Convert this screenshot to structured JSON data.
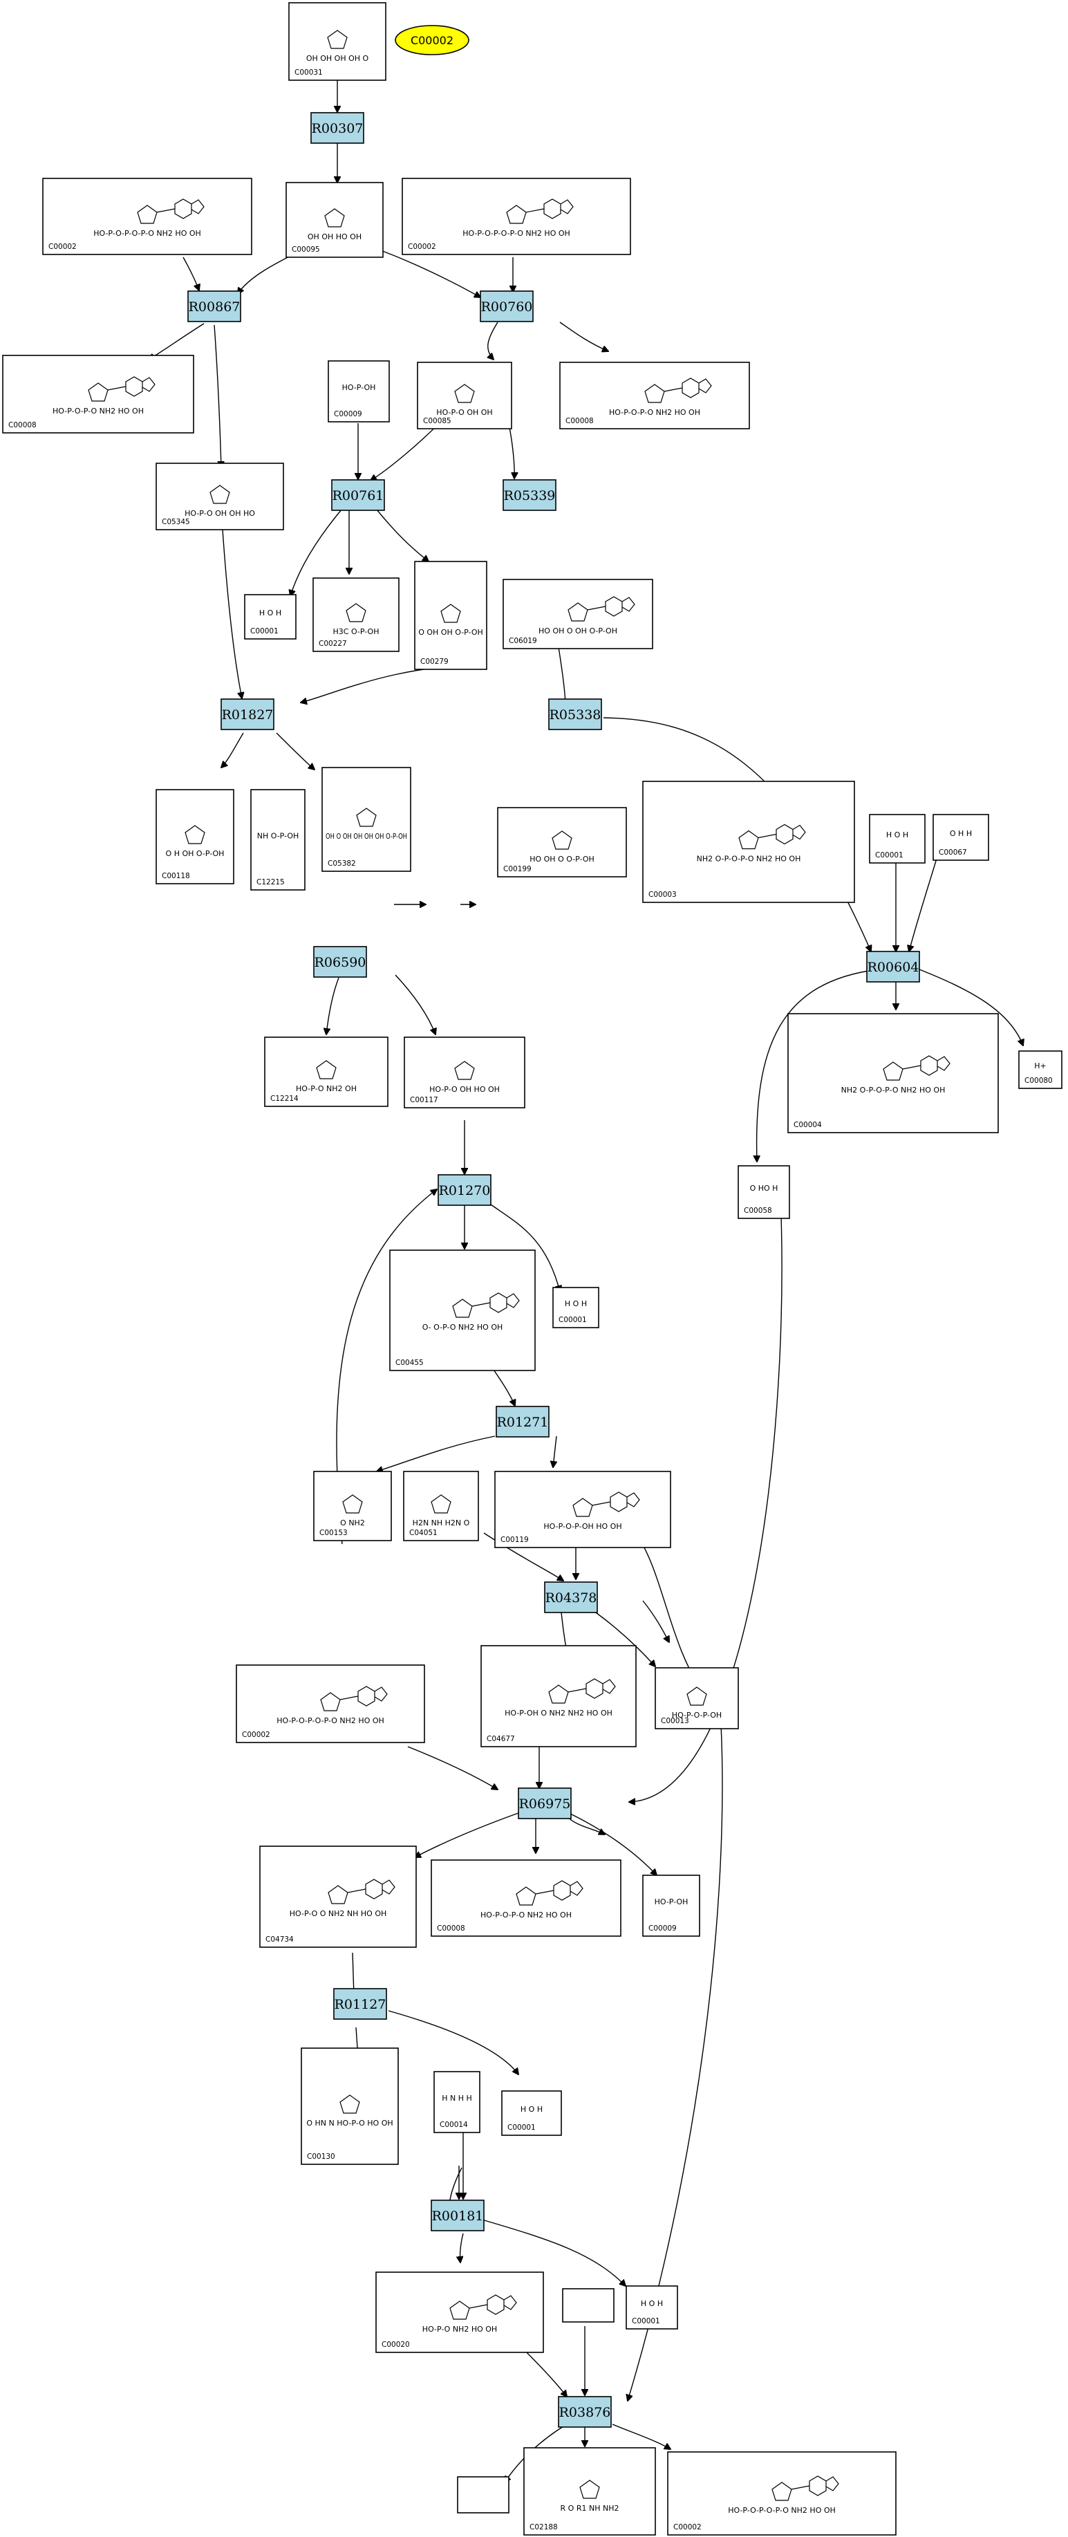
{
  "highlight": {
    "label": "C00002",
    "color": "#ffff00"
  },
  "reaction_color": "#add8e6",
  "reactions": [
    "R00307",
    "R00867",
    "R00760",
    "R00761",
    "R05339",
    "R01827",
    "R05338",
    "R06590",
    "R00604",
    "R01270",
    "R01271",
    "R04378",
    "R06975",
    "R01127",
    "R00181",
    "R03876"
  ],
  "compounds": [
    {
      "id": "C00031",
      "structure": "OH OH OH OH O"
    },
    {
      "id": "C00002",
      "structure": "HO-P-O-P-O-P-O NH2 HO OH"
    },
    {
      "id": "C00095",
      "structure": "OH OH HO OH"
    },
    {
      "id": "C00002",
      "structure": "HO-P-O-P-O-P-O NH2 HO OH"
    },
    {
      "id": "C00008",
      "structure": "HO-P-O-P-O NH2 HO OH"
    },
    {
      "id": "C00009",
      "structure": "HO-P-OH"
    },
    {
      "id": "C00085",
      "structure": "HO-P-O OH OH"
    },
    {
      "id": "C00008",
      "structure": "HO-P-O-P-O NH2 HO OH"
    },
    {
      "id": "C05345",
      "structure": "HO-P-O OH OH HO"
    },
    {
      "id": "C00001",
      "structure": "H O H"
    },
    {
      "id": "C00227",
      "structure": "H3C O-P-OH"
    },
    {
      "id": "C00279",
      "structure": "O OH OH O-P-OH"
    },
    {
      "id": "C06019",
      "structure": "HO OH O OH O-P-OH"
    },
    {
      "id": "C00118",
      "structure": "O H OH O-P-OH"
    },
    {
      "id": "C12215",
      "structure": "NH O-P-OH"
    },
    {
      "id": "C05382",
      "structure": "OH O OH OH OH OH O-P-OH"
    },
    {
      "id": "C00199",
      "structure": "HO OH O O-P-OH"
    },
    {
      "id": "C00003",
      "structure": "NH2 O-P-O-P-O NH2 HO OH"
    },
    {
      "id": "C00001",
      "structure": "H O H"
    },
    {
      "id": "C00067",
      "structure": "O H H"
    },
    {
      "id": "C12214",
      "structure": "HO-P-O NH2 OH"
    },
    {
      "id": "C00117",
      "structure": "HO-P-O OH HO OH"
    },
    {
      "id": "C00004",
      "structure": "NH2 O-P-O-P-O NH2 HO OH"
    },
    {
      "id": "C00080",
      "structure": "H+"
    },
    {
      "id": "C00058",
      "structure": "O HO H"
    },
    {
      "id": "C00455",
      "structure": "O- O-P-O NH2 HO OH"
    },
    {
      "id": "C00001",
      "structure": "H O H"
    },
    {
      "id": "C00153",
      "structure": "O NH2"
    },
    {
      "id": "C04051",
      "structure": "H2N NH H2N O"
    },
    {
      "id": "C00119",
      "structure": "HO-P-O-P-OH HO OH"
    },
    {
      "id": "C00002",
      "structure": "HO-P-O-P-O-P-O NH2 HO OH"
    },
    {
      "id": "C04677",
      "structure": "HO-P-OH O NH2 NH2 HO OH"
    },
    {
      "id": "C00013",
      "structure": "HO-P-O-P-OH"
    },
    {
      "id": "C04734",
      "structure": "HO-P-O O NH2 NH HO OH"
    },
    {
      "id": "C00008",
      "structure": "HO-P-O-P-O NH2 HO OH"
    },
    {
      "id": "C00009",
      "structure": "HO-P-OH"
    },
    {
      "id": "C00130",
      "structure": "O HN N HO-P-O HO OH"
    },
    {
      "id": "C00014",
      "structure": "H N H H"
    },
    {
      "id": "C00001",
      "structure": "H O H"
    },
    {
      "id": "C00020",
      "structure": "HO-P-O NH2 HO OH"
    },
    {
      "id": "C00001",
      "structure": "H O H"
    },
    {
      "id": "",
      "structure": ""
    },
    {
      "id": "",
      "structure": ""
    },
    {
      "id": "C02188",
      "structure": "R O R1 NH NH2"
    },
    {
      "id": "C00002",
      "structure": "HO-P-O-P-O-P-O NH2 HO OH"
    }
  ]
}
